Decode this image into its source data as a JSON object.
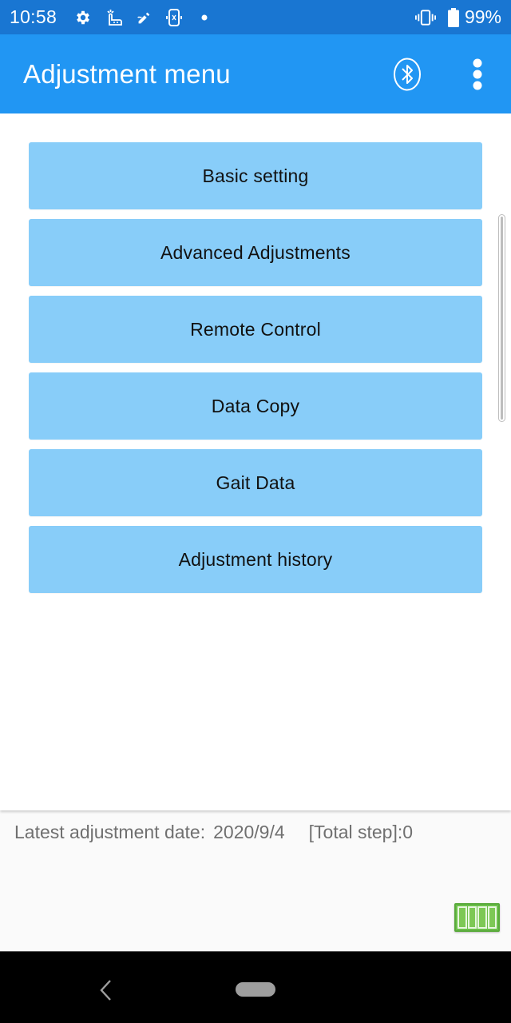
{
  "status_bar": {
    "time": "10:58",
    "left_icons": [
      "gear-icon",
      "hand-touch-icon",
      "pen-sign-icon",
      "device-sync-icon",
      "dot-icon"
    ],
    "right_icons": [
      "vibrate-icon",
      "battery-icon"
    ],
    "battery_percent": "99%"
  },
  "app_bar": {
    "title": "Adjustment menu",
    "actions": [
      "bluetooth-icon",
      "overflow-menu-icon"
    ],
    "color": "#2196f3"
  },
  "menu": {
    "items": [
      {
        "label": "Basic setting"
      },
      {
        "label": "Advanced Adjustments"
      },
      {
        "label": "Remote Control"
      },
      {
        "label": "Data Copy"
      },
      {
        "label": "Gait Data"
      },
      {
        "label": "Adjustment history"
      }
    ],
    "button_color": "#88cdf9"
  },
  "footer": {
    "latest_label": "Latest adjustment date:",
    "latest_date": "2020/9/4",
    "total_step": "[Total step]:0",
    "battery_level_bars": 4,
    "battery_color": "#6cc04a"
  },
  "nav_bar": {
    "back": "back-icon",
    "home": "home-pill"
  }
}
